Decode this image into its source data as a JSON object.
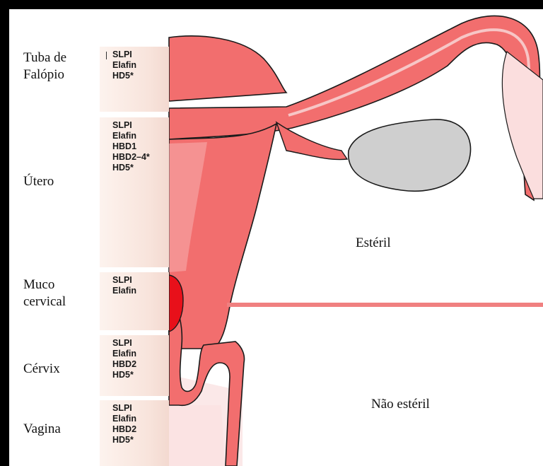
{
  "regions": [
    {
      "label": [
        "Tuba de",
        "Falópio"
      ],
      "markers": [
        "SLPI",
        "Elafin",
        "HD5*"
      ]
    },
    {
      "label": [
        "Útero"
      ],
      "markers": [
        "SLPI",
        "Elafin",
        "HBD1",
        "HBD2–4*",
        "HD5*"
      ]
    },
    {
      "label": [
        "Muco",
        "cervical"
      ],
      "markers": [
        "SLPI",
        "Elafin"
      ]
    },
    {
      "label": [
        "Cérvix"
      ],
      "markers": [
        "SLPI",
        "Elafin",
        "HBD2",
        "HD5*"
      ]
    },
    {
      "label": [
        "Vagina"
      ],
      "markers": [
        "SLPI",
        "Elafin",
        "HBD2",
        "HD5*"
      ]
    }
  ],
  "zones": {
    "sterile": "Estéril",
    "non_sterile": "Não estéril"
  },
  "colors": {
    "tissue": "#f26e6e",
    "tissue_outline": "#1a1a1a",
    "tissue_light": "#f7c6c6",
    "ovary": "#cfcfcf",
    "mucus_plug": "#e8101a",
    "boundary_line": "#f08080",
    "marker_panel": "#f8e4dc"
  }
}
